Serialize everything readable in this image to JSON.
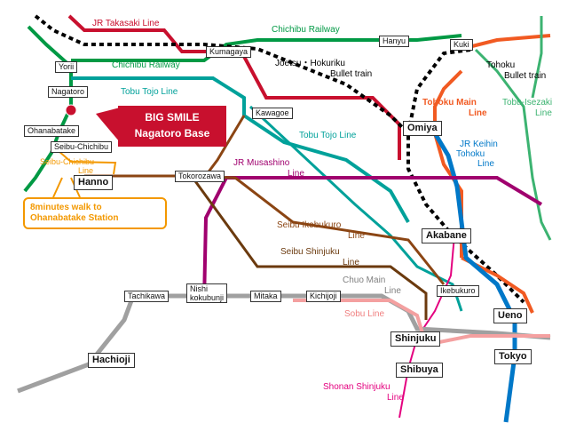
{
  "stations": {
    "kumagaya": "Kumagaya",
    "hanyu": "Hanyu",
    "kuki": "Kuki",
    "yorii": "Yorii",
    "nagatoro": "Nagatoro",
    "kawagoe": "Kawagoe",
    "ohanabatake": "Ohanabatake",
    "seibu_chichibu": "Seibu-Chichibu",
    "omiya": "Omiya",
    "hanno": "Hanno",
    "tokorozawa": "Tokorozawa",
    "akabane": "Akabane",
    "ikebukuro": "Ikebukuro",
    "tachikawa": "Tachikawa",
    "nishi_kokubunji_1": "Nishi",
    "nishi_kokubunji_2": "kokubunji",
    "mitaka": "Mitaka",
    "kichijoji": "Kichijoji",
    "ueno": "Ueno",
    "shinjuku": "Shinjuku",
    "hachioji": "Hachioji",
    "tokyo": "Tokyo",
    "shibuya": "Shibuya"
  },
  "lines": {
    "jr_takasaki": "JR Takasaki Line",
    "chichibu_railway_top": "Chichibu Railway",
    "chichibu_railway_left": "Chichibu Railway",
    "joetsu_1": "Joetsu・Hokuriku",
    "joetsu_2": "Bullet train",
    "tohoku_bullet_1": "Tohoku",
    "tohoku_bullet_2": "Bullet train",
    "tobu_tojo_1": "Tobu Tojo Line",
    "tobu_tojo_2": "Tobu Tojo Line",
    "tohoku_main_1": "Tohoku Main",
    "tohoku_main_2": "Line",
    "tobu_isezaki_1": "Tobu-Isezaki",
    "tobu_isezaki_2": "Line",
    "jr_keihin_1": "JR Keihin",
    "jr_keihin_2": "Tohoku",
    "jr_keihin_3": "Line",
    "seibu_chichibu_1": "Seibu-Chichibu",
    "seibu_chichibu_2": "Line",
    "jr_musashino_1": "JR Musashino",
    "jr_musashino_2": "Line",
    "seibu_ikebukuro_1": "Seibu Ikebukuro",
    "seibu_ikebukuro_2": "Line",
    "seibu_shinjuku_1": "Seibu Shinjuku",
    "seibu_shinjuku_2": "Line",
    "chuo_main_1": "Chuo Main",
    "chuo_main_2": "Line",
    "sobu": "Sobu Line",
    "shonan_shinjuku_1": "Shonan Shinjuku",
    "shonan_shinjuku_2": "Line"
  },
  "callout": {
    "line1": "BIG SMILE",
    "line2": "Nagatoro Base"
  },
  "walk_note": {
    "line1": "8minutes walk to",
    "line2": "Ohanabatake Station"
  },
  "colors": {
    "jr_takasaki": "#c8102e",
    "chichibu_railway": "#009944",
    "tobu_tojo": "#00a19a",
    "jr_musashino": "#a0006e",
    "seibu": "#8b4513",
    "chuo": "#a0a0a0",
    "sobu": "#f4a0a0",
    "tohoku_main": "#f15a22",
    "tobu_isezaki": "#3cb371",
    "keihin_tohoku": "#0078c8",
    "saikyo_shonan": "#e4007f",
    "seibu_chichibu_label": "#f39800"
  }
}
